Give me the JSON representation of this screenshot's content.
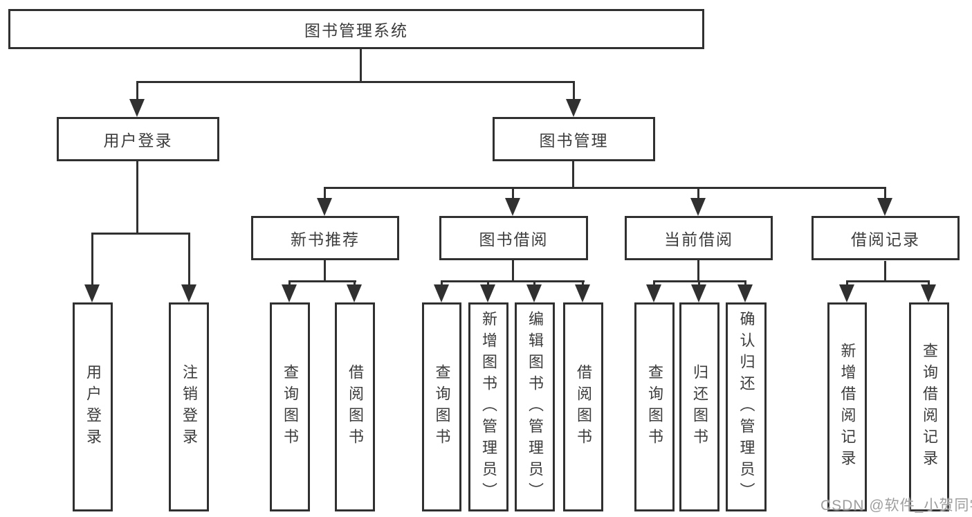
{
  "tree": {
    "root": {
      "label": "图书管理系统"
    },
    "user_login": {
      "label": "用户登录",
      "children": [
        {
          "label": "用户登录"
        },
        {
          "label": "注销登录"
        }
      ]
    },
    "book_management": {
      "label": "图书管理",
      "sections": [
        {
          "label": "新书推荐",
          "children": [
            {
              "label": "查询图书"
            },
            {
              "label": "借阅图书"
            }
          ]
        },
        {
          "label": "图书借阅",
          "children": [
            {
              "label": "查询图书"
            },
            {
              "label": "新增图书（管理员）"
            },
            {
              "label": "编辑图书（管理员）"
            },
            {
              "label": "借阅图书"
            }
          ]
        },
        {
          "label": "当前借阅",
          "children": [
            {
              "label": "查询图书"
            },
            {
              "label": "归还图书"
            },
            {
              "label": "确认归还（管理员）"
            }
          ]
        },
        {
          "label": "借阅记录",
          "children": [
            {
              "label": "新增借阅记录"
            },
            {
              "label": "查询借阅记录"
            }
          ]
        }
      ]
    }
  },
  "watermark": {
    "text": "CSDN @软件_小贺同学"
  },
  "colors": {
    "line": "#303030",
    "text": "#3c3c3c",
    "watermark": "#9e9e9e",
    "background": "#ffffff"
  }
}
